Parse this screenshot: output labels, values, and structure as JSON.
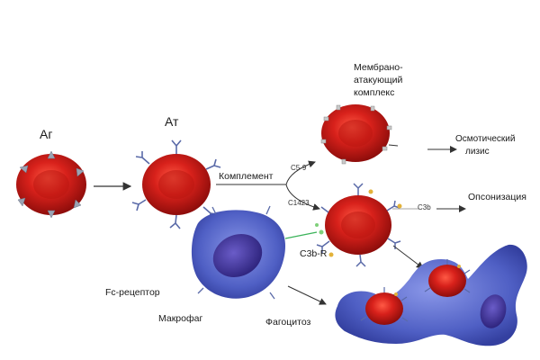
{
  "labels": {
    "ag": "Аг",
    "at": "Ат",
    "mac_line1": "Мембрано-",
    "mac_line2": "атакующий",
    "mac_line3": "комплекс",
    "osmotic_line1": "Осмотический",
    "osmotic_line2": "лизис",
    "complement": "Комплемент",
    "c59": "C5-9",
    "c1423": "C1423",
    "c3b": "C3b",
    "opsonization": "Опсонизация",
    "c3b_r": "C3b-R",
    "fc_receptor": "Fc-рецептор",
    "macrophage": "Макрофаг",
    "phagocytosis": "Фагоцитоз"
  },
  "colors": {
    "cell_red": "#d8211b",
    "cell_dark": "#8e0d0b",
    "macrophage_blue": "#4f5fc4",
    "nucleus": "#3a2f8f",
    "antigen_spike": "#9aa3b3",
    "antibody": "#5a6aa8",
    "arrow": "#333333"
  }
}
